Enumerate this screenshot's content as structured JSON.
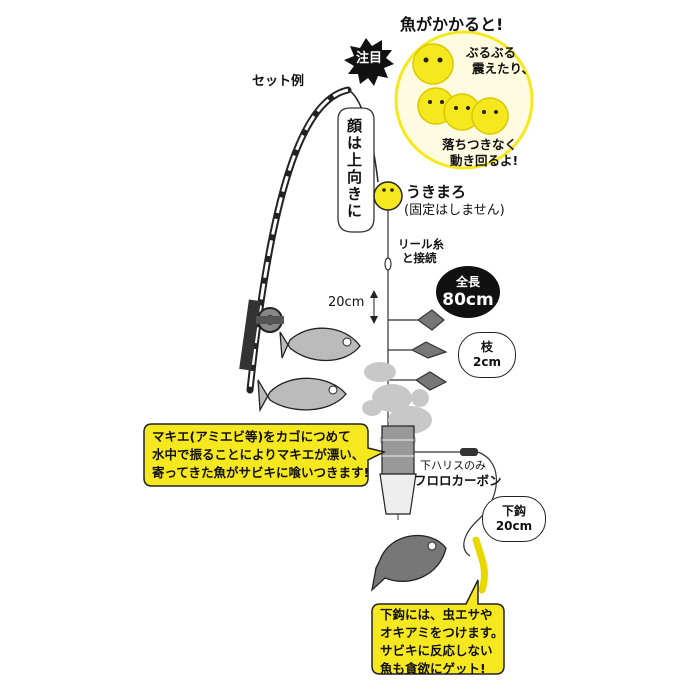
{
  "labels": {
    "set_example": "セット例",
    "chuumoku": "注目",
    "fish_bite": "魚がかかると!",
    "bite_line1": "ぶるぶる",
    "bite_line2": "震えたり、",
    "bite_line3": "落ちつきなく",
    "bite_line4": "動き回るよ!",
    "face_up": "顔は上向きに",
    "ukimaro": "うきまろ",
    "not_fixed": "(固定はしません)",
    "reel_line1": "リール糸",
    "reel_line2": "と接続",
    "total_len_label": "全長",
    "total_len_value": "80cm",
    "spacing": "20cm",
    "branch_label": "枝",
    "branch_value": "2cm",
    "lower_harisu": "下ハリスのみ",
    "fluorocarbon": "フロロカーボン",
    "lower_hook_label": "下鈎",
    "lower_hook_value": "20cm"
  },
  "callouts": {
    "makie": [
      "マキエ(アミエビ等)をカゴにつめて",
      "水中で振ることによりマキエが漂い、",
      "寄ってきた魚がサビキに喰いつきます!"
    ],
    "bait": [
      "下鈎には、虫エサや",
      "オキアミをつけます。",
      "サビキに反応しない",
      "魚も貪欲にゲット!"
    ]
  },
  "colors": {
    "yellow": "#f6e81e",
    "black": "#111111",
    "gray": "#8a8a8a",
    "light_gray": "#c8c8c8"
  }
}
